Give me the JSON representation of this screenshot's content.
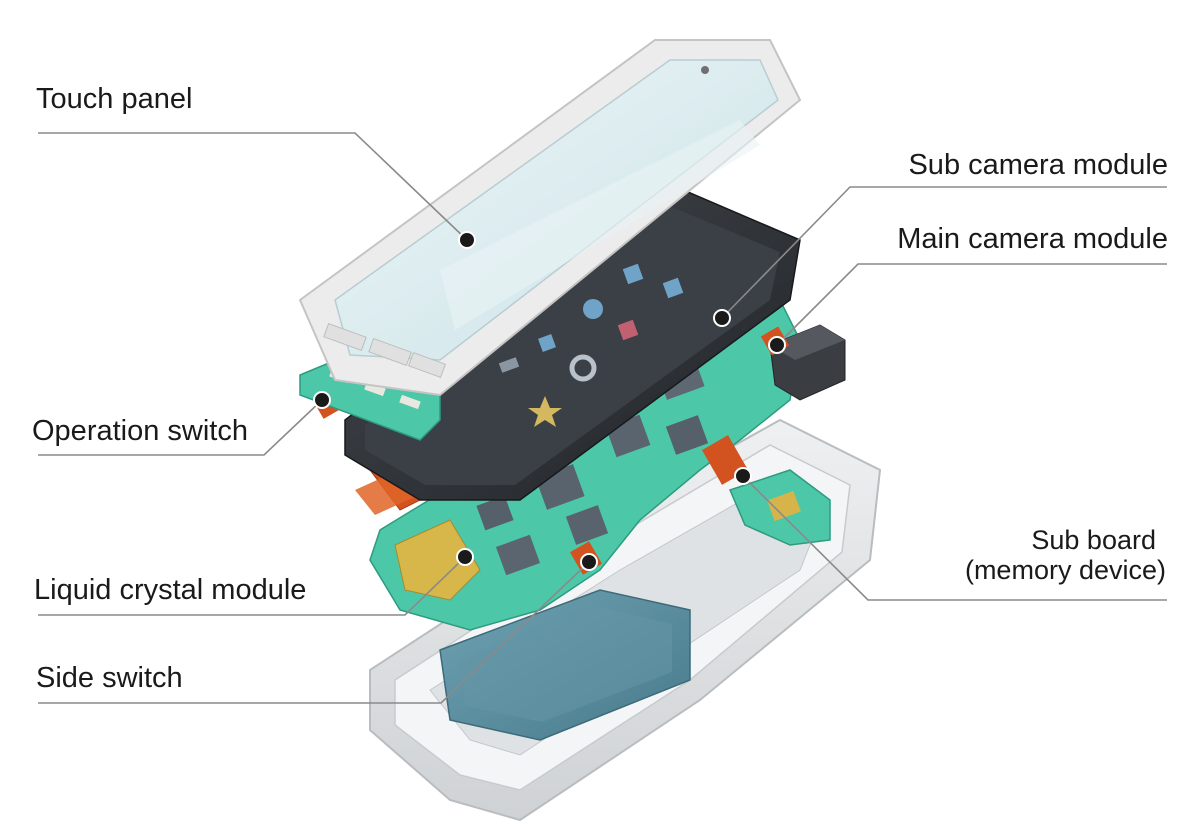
{
  "callouts": {
    "touch_panel": "Touch panel",
    "sub_camera_module": "Sub camera module",
    "main_camera_module": "Main camera module",
    "operation_switch": "Operation switch",
    "sub_board_line1": "Sub board",
    "sub_board_line2": "(memory device)",
    "liquid_crystal_module": "Liquid crystal module",
    "side_switch": "Side switch"
  },
  "colors": {
    "leader_line": "#8a8a8a",
    "pcb_green": "#4cc7a8",
    "flex_cable": "#d2531f",
    "housing": "#e4e6e8",
    "battery": "#5b8fa0",
    "lcd_dark": "#2e3238",
    "glass": "#dbecef"
  },
  "icons": [
    "touch-panel-frame",
    "lcd-screen",
    "main-board",
    "camera-block",
    "housing-shell",
    "battery-pack"
  ]
}
